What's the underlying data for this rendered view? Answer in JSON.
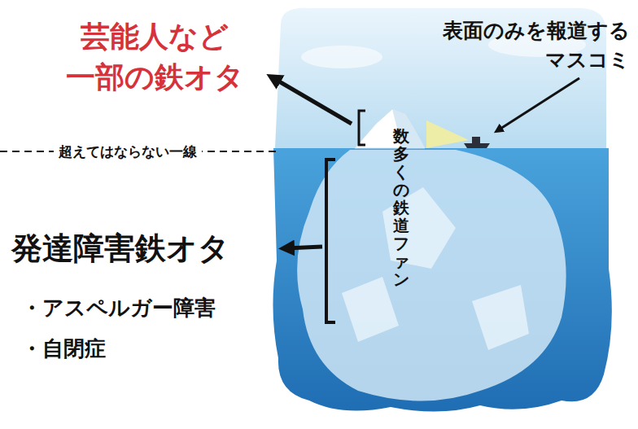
{
  "diagram": {
    "labels": [
      "芸能人など 一部の鉄オタ",
      "表面のみを報道する マスコミ",
      "超えてはならない一線",
      "数多くの鉄道ファン",
      "発達障害鉄オタ",
      "・アスペルガー障害",
      "・自閉症"
    ]
  }
}
